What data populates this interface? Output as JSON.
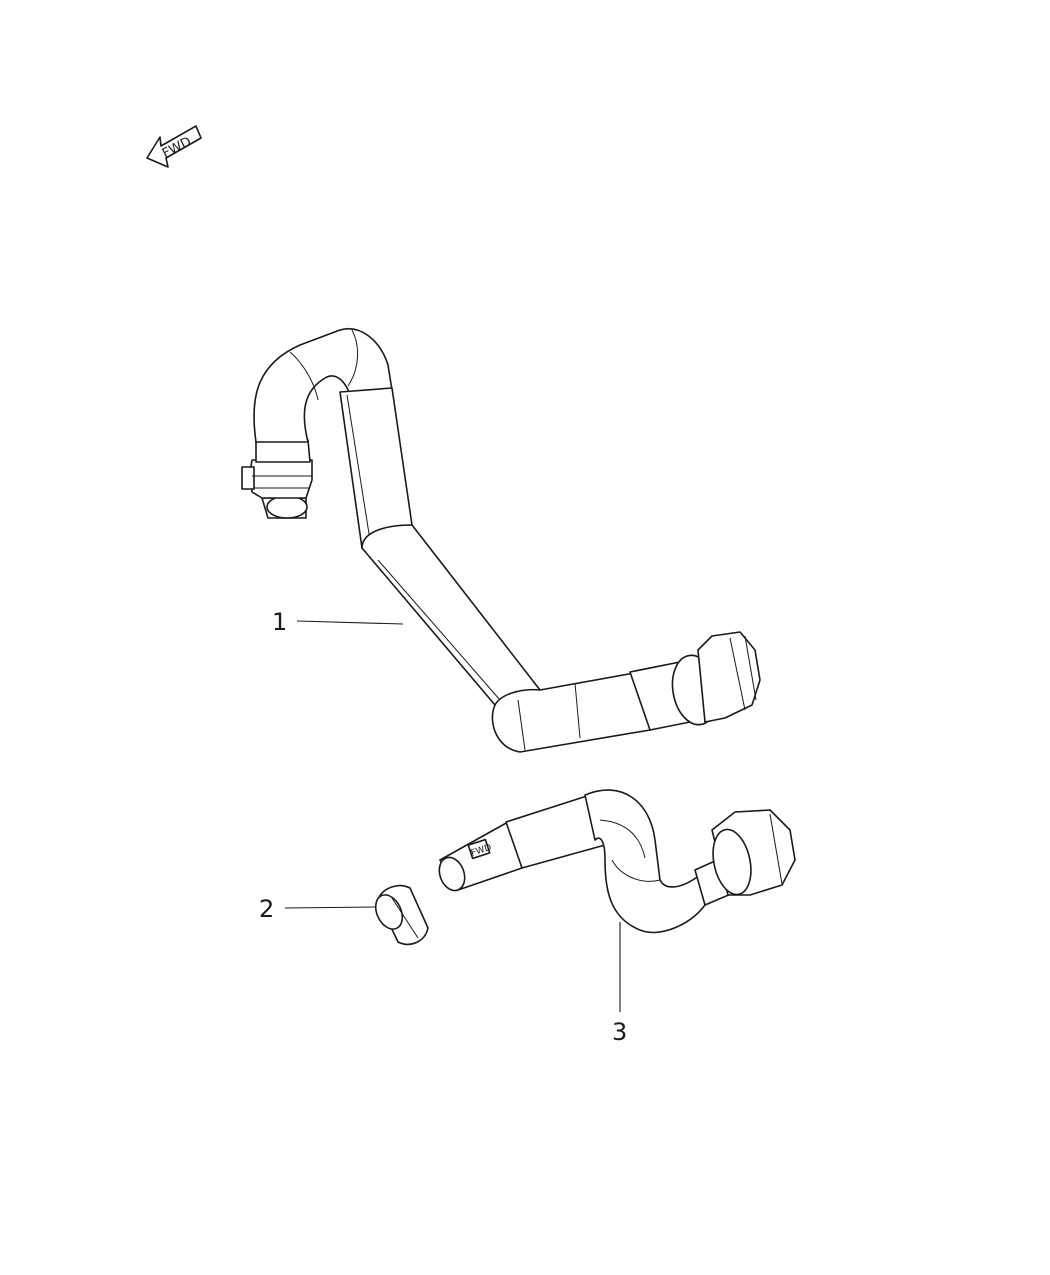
{
  "fwd_label": "FWD",
  "callouts": [
    {
      "id": "1",
      "label": "1"
    },
    {
      "id": "2",
      "label": "2"
    },
    {
      "id": "3",
      "label": "3"
    }
  ],
  "part3_marking": "FWD",
  "colors": {
    "line": "#1a1a1a",
    "background": "#ffffff"
  }
}
